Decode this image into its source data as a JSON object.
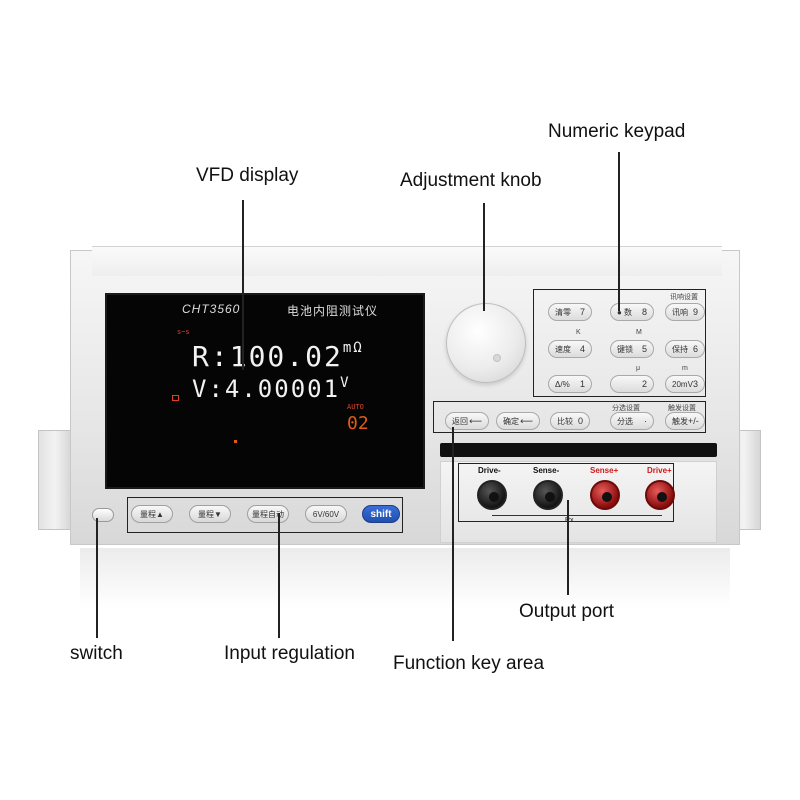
{
  "callouts": {
    "numeric_keypad": "Numeric keypad",
    "vfd_display": "VFD display",
    "adjustment_knob": "Adjustment knob",
    "switch": "switch",
    "input_regulation": "Input regulation",
    "function_key_area": "Function key area",
    "output_port": "Output port"
  },
  "display": {
    "model": "CHT3560",
    "name": "电池内阻测试仪",
    "resistance_prefix": "R:",
    "resistance_value": "100.02",
    "resistance_unit": "mΩ",
    "voltage_prefix": "V:",
    "voltage_value": "4.00001",
    "voltage_unit": "V",
    "side_reading": "02",
    "top_indicator": "s~s",
    "side_indicator": "AUTO"
  },
  "keypad": {
    "group_labels": {
      "trigger_settings": "讯响设置",
      "k": "K",
      "m": "M",
      "mu": "μ",
      "milli": "m",
      "sort_settings": "分选设置",
      "trigger_mode_settings": "触发设置"
    },
    "keys": [
      {
        "label": "清零",
        "num": "7"
      },
      {
        "label": "● 数",
        "num": "8"
      },
      {
        "label": "讯响",
        "num": "9"
      },
      {
        "label": "速度",
        "num": "4"
      },
      {
        "label": "键锁",
        "num": "5"
      },
      {
        "label": "保持",
        "num": "6"
      },
      {
        "label": "Δ/%",
        "num": "1"
      },
      {
        "label": "",
        "num": "2"
      },
      {
        "label": "20mV",
        "num": "3"
      }
    ],
    "function_keys": [
      {
        "label": "返回",
        "num": "⟵"
      },
      {
        "label": "确定",
        "num": "⟵"
      },
      {
        "label": "比较",
        "num": "0"
      },
      {
        "label": "分选",
        "num": "·"
      },
      {
        "label": "触发",
        "num": "+/-"
      }
    ]
  },
  "range_keys": [
    "量程▲",
    "量程▼",
    "量程自动",
    "6V/60V",
    "shift"
  ],
  "terminals": [
    "Drive-",
    "Sense-",
    "Sense+",
    "Drive+"
  ],
  "rx_label": "Rx",
  "colors": {
    "terminal_label_black": "#111111",
    "terminal_label_red": "#d01818",
    "shift_key": "#2a5cc4"
  }
}
